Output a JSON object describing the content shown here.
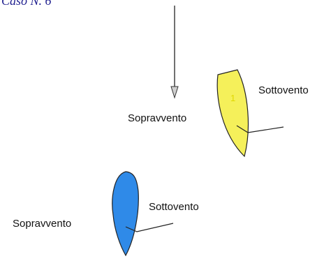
{
  "header": {
    "case_title": "Caso N. 6"
  },
  "boats": {
    "yellow": {
      "color": "#f5f05a",
      "number": "1",
      "windward_label": "Sopravvento",
      "leeward_label": "Sottovento"
    },
    "blue": {
      "color": "#2f8ae8",
      "windward_label": "Sopravvento",
      "leeward_label": "Sottovento"
    }
  },
  "wind": {
    "direction": "down"
  }
}
